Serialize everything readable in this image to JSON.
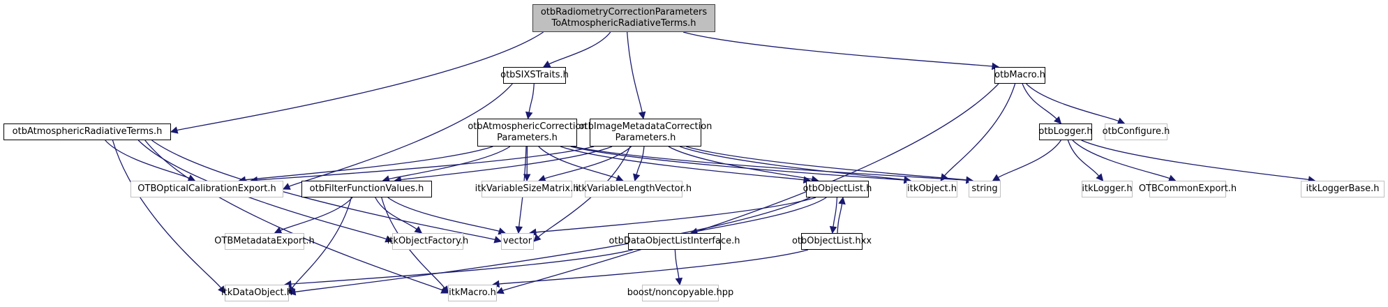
{
  "title": "otbRadiometryCorrectionParametersToAtmosphericRadiativeTerms.h include dependency graph",
  "colors": {
    "edge": "#191970",
    "root_fill": "#bfbfbf",
    "documented_border": "#000000",
    "external_border": "#bfbfbf"
  },
  "nodes": {
    "root": {
      "label": "otbRadiometryCorrectionParameters\nToAtmosphericRadiativeTerms.h",
      "kind": "root"
    },
    "atmRad": {
      "label": "otbAtmosphericRadiativeTerms.h",
      "kind": "doc"
    },
    "sixs": {
      "label": "otbSIXSTraits.h",
      "kind": "doc"
    },
    "atmCorr": {
      "label": "otbAtmosphericCorrection\nParameters.h",
      "kind": "doc"
    },
    "imgMeta": {
      "label": "otbImageMetadataCorrection\nParameters.h",
      "kind": "doc"
    },
    "macro": {
      "label": "otbMacro.h",
      "kind": "doc"
    },
    "logger": {
      "label": "otbLogger.h",
      "kind": "doc"
    },
    "configure": {
      "label": "otbConfigure.h",
      "kind": "ext"
    },
    "optCal": {
      "label": "OTBOpticalCalibrationExport.h",
      "kind": "ext"
    },
    "filterFn": {
      "label": "otbFilterFunctionValues.h",
      "kind": "doc"
    },
    "varMatrix": {
      "label": "itkVariableSizeMatrix.h",
      "kind": "ext"
    },
    "varVector": {
      "label": "itkVariableLengthVector.h",
      "kind": "ext"
    },
    "objList": {
      "label": "otbObjectList.h",
      "kind": "doc"
    },
    "itkObject": {
      "label": "itkObject.h",
      "kind": "ext"
    },
    "string": {
      "label": "string",
      "kind": "ext"
    },
    "itkLogger": {
      "label": "itkLogger.h",
      "kind": "ext"
    },
    "commonExport": {
      "label": "OTBCommonExport.h",
      "kind": "ext"
    },
    "loggerBase": {
      "label": "itkLoggerBase.h",
      "kind": "ext"
    },
    "metaExport": {
      "label": "OTBMetadataExport.h",
      "kind": "ext"
    },
    "objFactory": {
      "label": "itkObjectFactory.h",
      "kind": "ext"
    },
    "vector": {
      "label": "vector",
      "kind": "ext"
    },
    "dolInterface": {
      "label": "otbDataObjectListInterface.h",
      "kind": "doc"
    },
    "objListHxx": {
      "label": "otbObjectList.hxx",
      "kind": "doc"
    },
    "dataObject": {
      "label": "itkDataObject.h",
      "kind": "ext"
    },
    "itkMacro": {
      "label": "itkMacro.h",
      "kind": "ext"
    },
    "noncopyable": {
      "label": "boost/noncopyable.hpp",
      "kind": "ext"
    }
  },
  "edges": [
    [
      "root",
      "atmRad"
    ],
    [
      "root",
      "sixs"
    ],
    [
      "root",
      "imgMeta"
    ],
    [
      "root",
      "macro"
    ],
    [
      "sixs",
      "atmCorr"
    ],
    [
      "sixs",
      "optCal"
    ],
    [
      "atmRad",
      "optCal"
    ],
    [
      "atmRad",
      "dataObject"
    ],
    [
      "atmRad",
      "itkMacro"
    ],
    [
      "atmRad",
      "objFactory"
    ],
    [
      "atmRad",
      "vector"
    ],
    [
      "atmCorr",
      "optCal"
    ],
    [
      "atmCorr",
      "filterFn"
    ],
    [
      "atmCorr",
      "varMatrix"
    ],
    [
      "atmCorr",
      "varVector"
    ],
    [
      "atmCorr",
      "objList"
    ],
    [
      "atmCorr",
      "itkObject"
    ],
    [
      "atmCorr",
      "string"
    ],
    [
      "atmCorr",
      "vector"
    ],
    [
      "imgMeta",
      "optCal"
    ],
    [
      "imgMeta",
      "filterFn"
    ],
    [
      "imgMeta",
      "varMatrix"
    ],
    [
      "imgMeta",
      "varVector"
    ],
    [
      "imgMeta",
      "objList"
    ],
    [
      "imgMeta",
      "itkObject"
    ],
    [
      "imgMeta",
      "string"
    ],
    [
      "imgMeta",
      "vector"
    ],
    [
      "macro",
      "itkObject"
    ],
    [
      "macro",
      "logger"
    ],
    [
      "macro",
      "configure"
    ],
    [
      "macro",
      "itkMacro"
    ],
    [
      "logger",
      "string"
    ],
    [
      "logger",
      "itkLogger"
    ],
    [
      "logger",
      "commonExport"
    ],
    [
      "logger",
      "loggerBase"
    ],
    [
      "filterFn",
      "metaExport"
    ],
    [
      "filterFn",
      "objFactory"
    ],
    [
      "filterFn",
      "vector"
    ],
    [
      "filterFn",
      "dataObject"
    ],
    [
      "filterFn",
      "itkMacro"
    ],
    [
      "objList",
      "vector"
    ],
    [
      "objList",
      "dataObject"
    ],
    [
      "objList",
      "dolInterface"
    ],
    [
      "objList",
      "objListHxx"
    ],
    [
      "objListHxx",
      "objList"
    ],
    [
      "objListHxx",
      "itkMacro"
    ],
    [
      "dolInterface",
      "dataObject"
    ],
    [
      "dolInterface",
      "noncopyable"
    ]
  ]
}
